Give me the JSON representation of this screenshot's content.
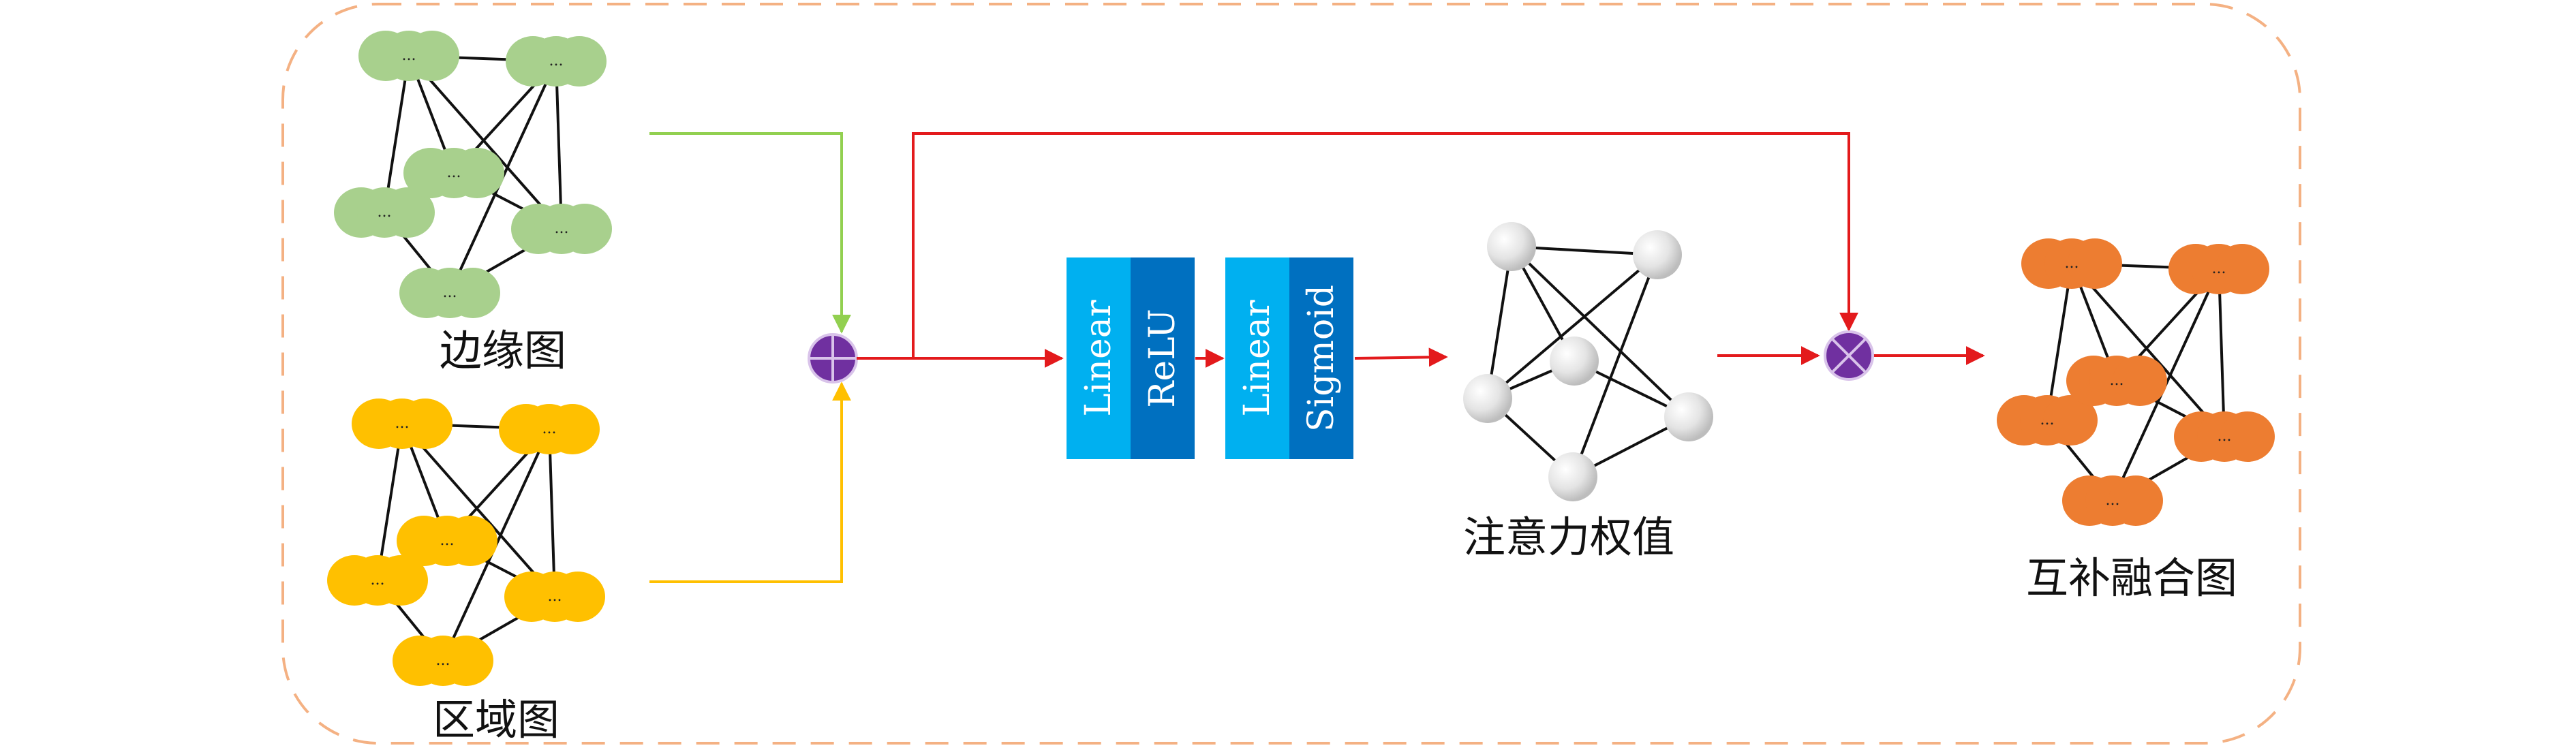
{
  "labels": {
    "edge_graph": "边缘图",
    "region_graph": "区域图",
    "attention_weights": "注意力权值",
    "fused_graph": "互补融合图"
  },
  "blocks": {
    "block1_linear": "Linear",
    "block1_activation": "ReLU",
    "block2_linear": "Linear",
    "block2_activation": "Sigmoid"
  },
  "node_text": "...",
  "colors": {
    "edge_graph_nodes": "#a8d08d",
    "region_graph_nodes": "#ffc000",
    "fused_graph_nodes": "#ed7d31",
    "attention_nodes": "#d9d9d9",
    "edge_arrow": "#92d050",
    "region_arrow": "#ffc000",
    "main_arrow": "#e31a1c",
    "operator_fill": "#7030a0",
    "linear_block": "#00b0f0",
    "activation_block": "#0070c0",
    "dashed_border": "#f4b183"
  },
  "operators": {
    "sum": "add-operator-icon",
    "product": "multiply-operator-icon"
  }
}
